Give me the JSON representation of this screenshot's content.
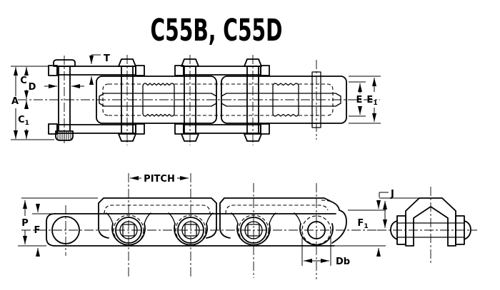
{
  "title": "C55B, C55D",
  "colors": {
    "ink": "#000000",
    "paper": "#ffffff"
  },
  "plan_view": {
    "dims": {
      "a": "A",
      "c": "C",
      "c1_base": "C",
      "c1_sub": "1",
      "d": "D",
      "t": "T",
      "e": "E",
      "e1_base": "E",
      "e1_sub": "1"
    }
  },
  "side_view": {
    "dims": {
      "pitch": "PITCH",
      "p": "P",
      "f": "F",
      "f1_base": "F",
      "f1_sub": "1",
      "db": "Db"
    }
  },
  "section_view": {
    "dims": {
      "j": "J"
    }
  }
}
